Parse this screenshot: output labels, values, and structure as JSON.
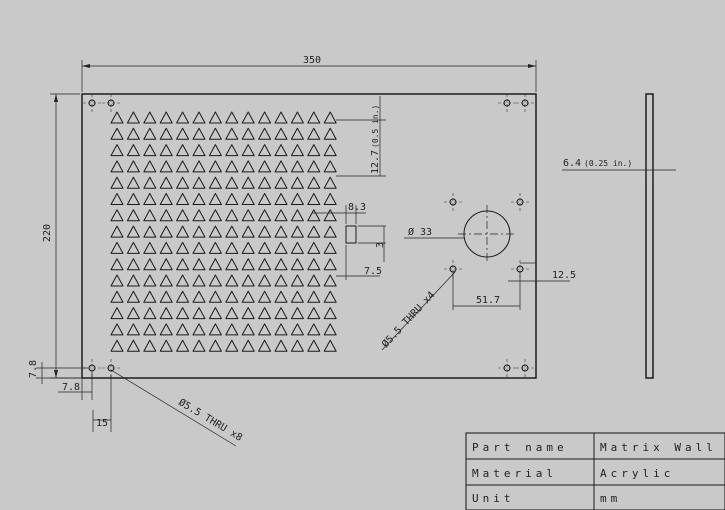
{
  "drawing": {
    "dims": {
      "width": "350",
      "height": "220",
      "thickness": "6.4",
      "thickness_inch": "(0.25  in.)",
      "pitch": "12.7",
      "pitch_inch": "(0.5  in.)",
      "slot_w": "8.3",
      "slot_h": "3",
      "slot_off": "7.5",
      "hole_dia": "Ø 33",
      "hole_off_x": "51.7",
      "hole_off_y": "12.5",
      "corner_y": "7.8",
      "corner_x": "7.8",
      "second_hole_x": "15",
      "thru4": "Ø5.5 THRU x4",
      "thru8": "Ø5.5 THRU x8"
    },
    "triangles": {
      "rows": 15,
      "cols": 14
    },
    "title_block": {
      "part_label": "Part  name",
      "part_value": "Matrix Wall",
      "material_label": "Material",
      "material_value": "Acrylic",
      "unit_label": "Unit",
      "unit_value": "mm"
    }
  }
}
